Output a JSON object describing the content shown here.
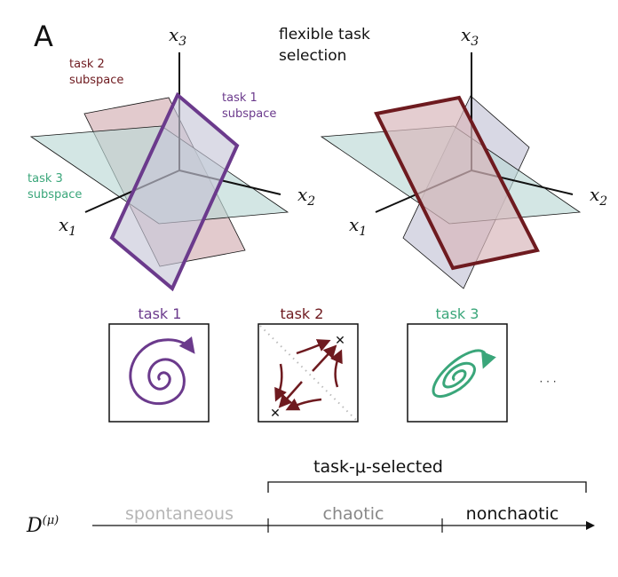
{
  "panel_label": "A",
  "title_line1": "flexible task",
  "title_line2": "selection",
  "axes": {
    "x1": "x",
    "x1_sub": "1",
    "x2": "x",
    "x2_sub": "2",
    "x3": "x",
    "x3_sub": "3"
  },
  "subspace_labels": {
    "task1": [
      "task 1",
      "subspace"
    ],
    "task2": [
      "task 2",
      "subspace"
    ],
    "task3": [
      "task 3",
      "subspace"
    ]
  },
  "colors": {
    "task1": "#6b3a8c",
    "task2": "#6e1a1f",
    "task3": "#3aa67a",
    "plane_task1_fill": "#c8c8d8",
    "plane_task2_fill": "#d8b8bc",
    "plane_task3_fill": "#bcd8d6"
  },
  "tasks": [
    {
      "label": "task 1",
      "dynamics": "spiral"
    },
    {
      "label": "task 2",
      "dynamics": "saddle / fixed points"
    },
    {
      "label": "task 3",
      "dynamics": "elliptic spiral"
    }
  ],
  "ellipsis": "· · ·",
  "axis_bottom": {
    "label": "D",
    "label_sup": "(μ)",
    "bracket_label": "task-μ-selected",
    "regimes": [
      "spontaneous",
      "chaotic",
      "nonchaotic"
    ]
  }
}
